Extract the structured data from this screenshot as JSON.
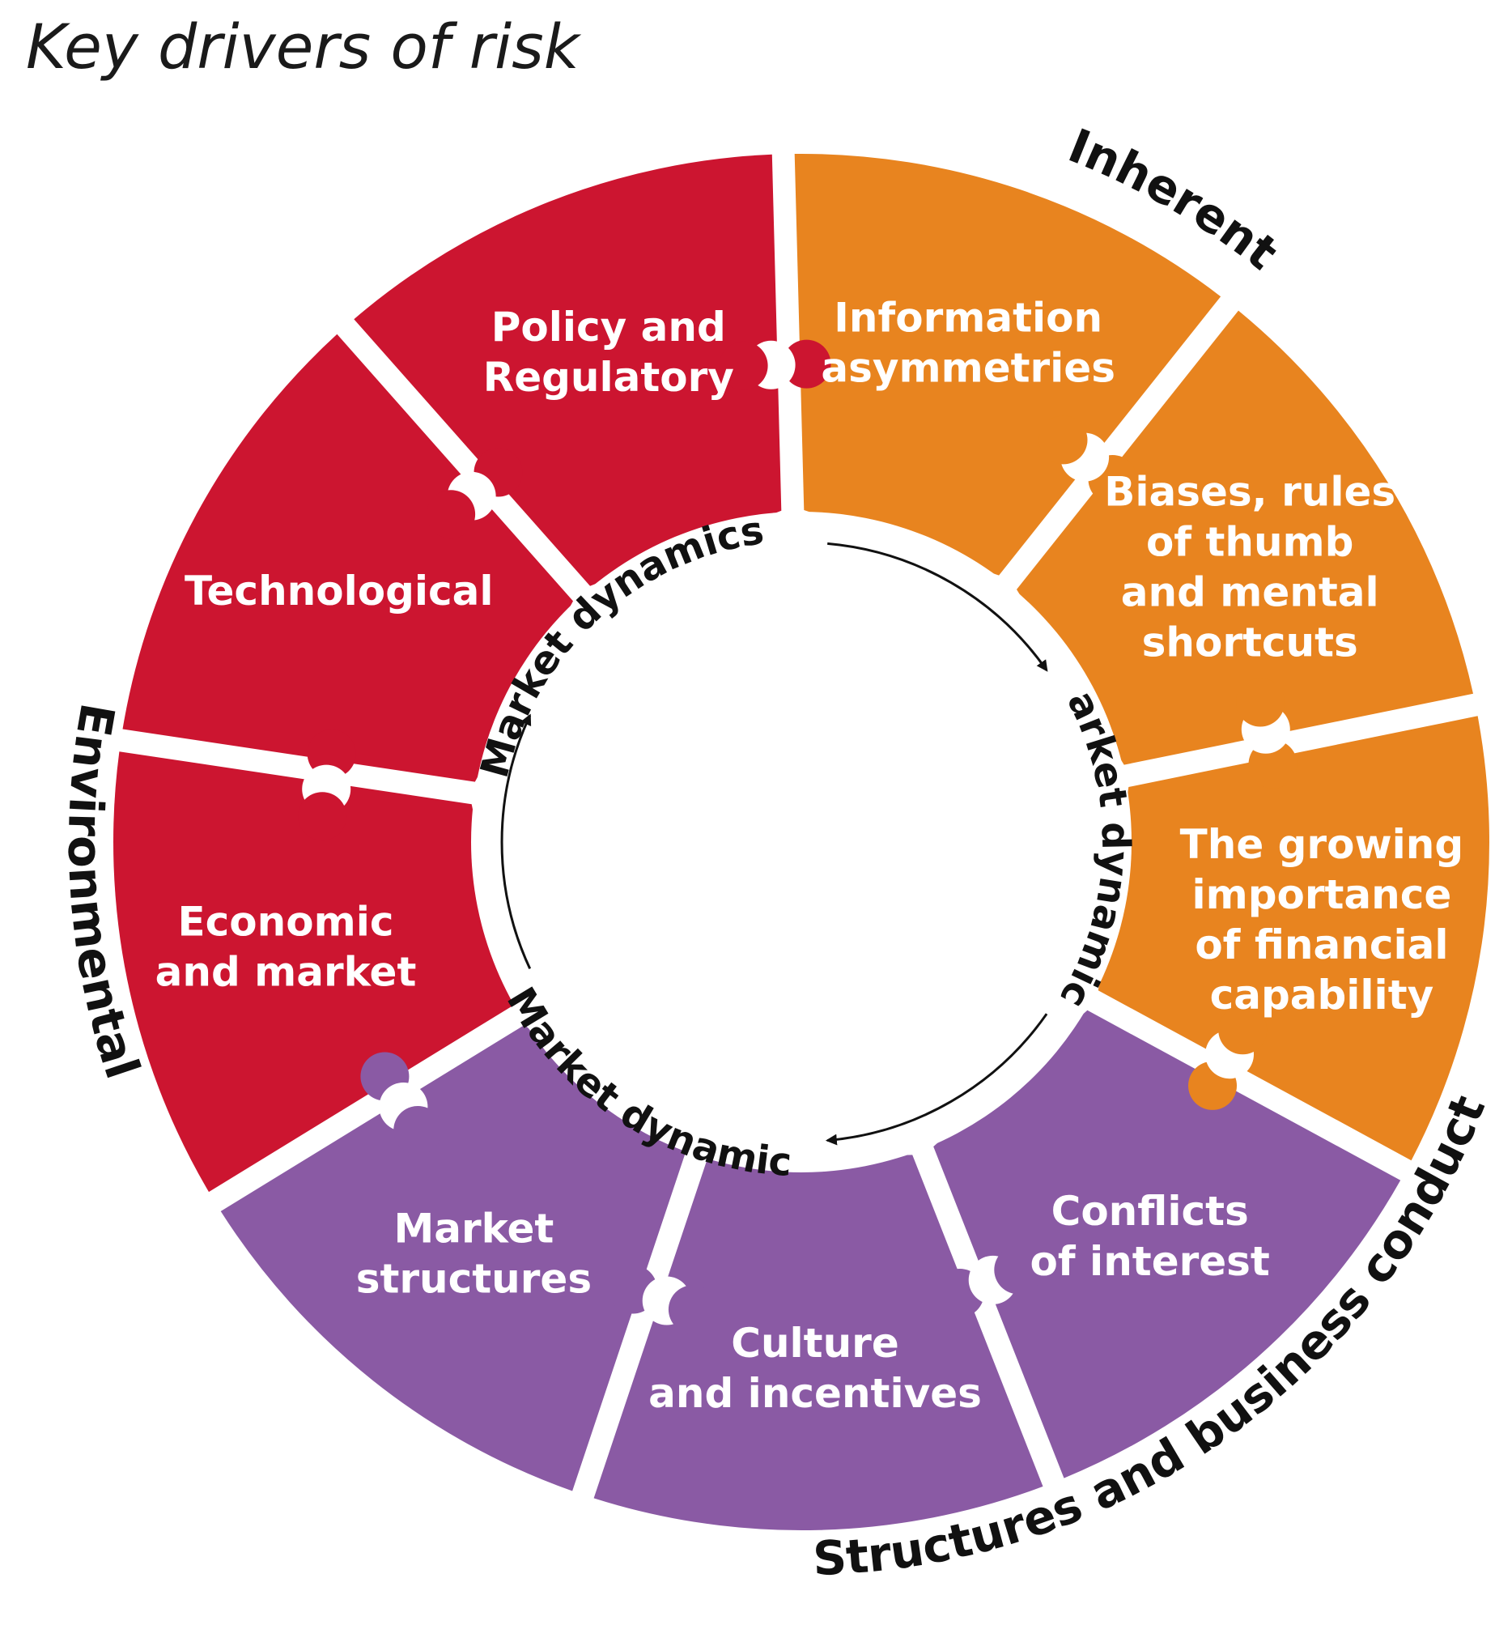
{
  "title": "Key drivers of risk",
  "groups": [
    {
      "name": "Inherent",
      "color": "#e8841f"
    },
    {
      "name": "Environmental",
      "color": "#cc1530"
    },
    {
      "name": "Structures and business conduct",
      "color": "#8a5aa4"
    }
  ],
  "segments": [
    {
      "lines": [
        "Information",
        "asymmetries"
      ],
      "group": "Inherent"
    },
    {
      "lines": [
        "Biases, rules",
        "of thumb",
        "and mental",
        "shortcuts"
      ],
      "group": "Inherent"
    },
    {
      "lines": [
        "The growing",
        "importance",
        "of financial",
        "capability"
      ],
      "group": "Inherent"
    },
    {
      "lines": [
        "Conflicts",
        "of interest"
      ],
      "group": "Structures and business conduct"
    },
    {
      "lines": [
        "Culture",
        "and incentives"
      ],
      "group": "Structures and business conduct"
    },
    {
      "lines": [
        "Market",
        "structures"
      ],
      "group": "Structures and business conduct"
    },
    {
      "lines": [
        "Economic",
        "and market"
      ],
      "group": "Environmental"
    },
    {
      "lines": [
        "Technological"
      ],
      "group": "Environmental"
    },
    {
      "lines": [
        "Policy and",
        "Regulatory"
      ],
      "group": "Environmental"
    }
  ],
  "cycle_label": "Market dynamics"
}
